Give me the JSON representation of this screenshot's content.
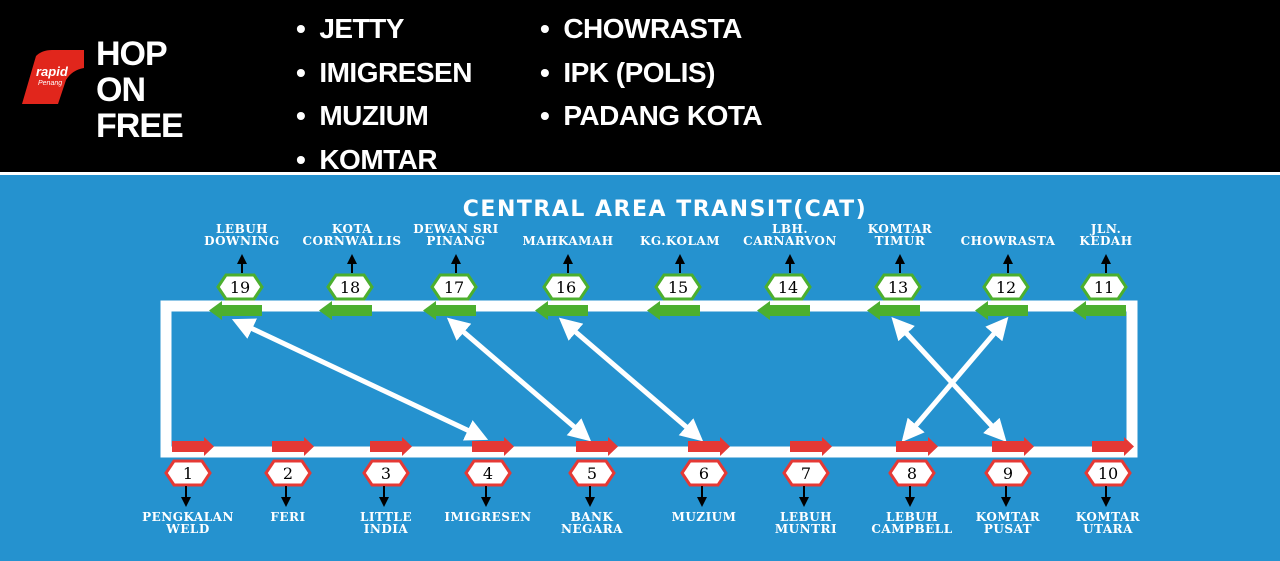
{
  "header": {
    "logo_text": "rapid",
    "logo_subtext": "Penang",
    "title_lines": [
      "HOP",
      "ON",
      "FREE"
    ],
    "free_stops_col1": [
      "JETTY",
      "IMIGRESEN",
      "MUZIUM",
      "KOMTAR"
    ],
    "free_stops_col2": [
      "CHOWRASTA",
      "IPK (POLIS)",
      "PADANG KOTA"
    ]
  },
  "diagram": {
    "title": "CENTRAL AREA TRANSIT(CAT)",
    "top_stops": [
      {
        "number": "19",
        "label": [
          "LEBUH",
          "DOWNING"
        ]
      },
      {
        "number": "18",
        "label": [
          "KOTA",
          "CORNWALLIS"
        ]
      },
      {
        "number": "17",
        "label": [
          "DEWAN SRI",
          "PINANG"
        ]
      },
      {
        "number": "16",
        "label": [
          "MAHKAMAH"
        ]
      },
      {
        "number": "15",
        "label": [
          "KG.KOLAM"
        ]
      },
      {
        "number": "14",
        "label": [
          "LBH.",
          "CARNARVON"
        ]
      },
      {
        "number": "13",
        "label": [
          "KOMTAR",
          "TIMUR"
        ]
      },
      {
        "number": "12",
        "label": [
          "CHOWRASTA"
        ]
      },
      {
        "number": "11",
        "label": [
          "JLN.",
          "KEDAH"
        ]
      }
    ],
    "bottom_stops": [
      {
        "number": "1",
        "label": [
          "PENGKALAN",
          "WELD"
        ]
      },
      {
        "number": "2",
        "label": [
          "FERI"
        ]
      },
      {
        "number": "3",
        "label": [
          "LITTLE",
          "INDIA"
        ]
      },
      {
        "number": "4",
        "label": [
          "IMIGRESEN"
        ]
      },
      {
        "number": "5",
        "label": [
          "BANK",
          "NEGARA"
        ]
      },
      {
        "number": "6",
        "label": [
          "MUZIUM"
        ]
      },
      {
        "number": "7",
        "label": [
          "LEBUH",
          "MUNTRI"
        ]
      },
      {
        "number": "8",
        "label": [
          "LEBUH",
          "CAMPBELL"
        ]
      },
      {
        "number": "9",
        "label": [
          "KOMTAR",
          "PUSAT"
        ]
      },
      {
        "number": "10",
        "label": [
          "KOMTAR",
          "UTARA"
        ]
      }
    ],
    "connections": [
      [
        "19",
        "4"
      ],
      [
        "17",
        "5"
      ],
      [
        "16",
        "6"
      ],
      [
        "13",
        "9"
      ],
      [
        "12",
        "8"
      ]
    ],
    "colors": {
      "background": "#2592cf",
      "top_direction": "#4caf2e",
      "bottom_direction": "#e53935",
      "route_line": "#ffffff",
      "header": "#000000"
    }
  }
}
